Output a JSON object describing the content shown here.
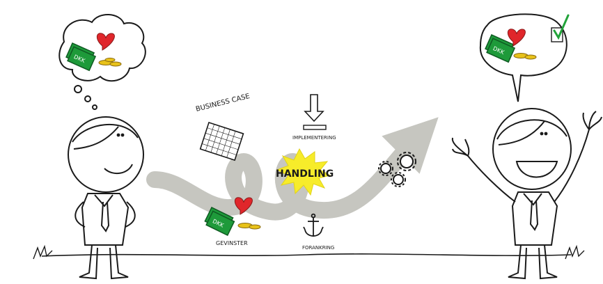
{
  "labels": {
    "business_case": "BUSINESS CASE",
    "implementering": "IMPLEMENTERING",
    "handling": "HANDLING",
    "gevinster": "GEVINSTER",
    "forankring": "FORANKRING",
    "dkk": "DKK"
  },
  "colors": {
    "arrow": "#c6c6c0",
    "money_green": "#1e9a3a",
    "heart_red": "#e0262b",
    "coin_gold": "#e8c21a",
    "burst_yellow": "#f7ec2a",
    "check_green": "#22a33a",
    "ink": "#1a1a1a"
  },
  "icons": [
    "thought-cloud-icon",
    "speech-bubble-icon",
    "banknote-icon",
    "heart-icon",
    "coins-icon",
    "checkmark-icon",
    "clipboard-icon",
    "down-arrow-icon",
    "gears-icon",
    "anchor-icon",
    "grid-sheet-icon",
    "starburst-icon"
  ]
}
